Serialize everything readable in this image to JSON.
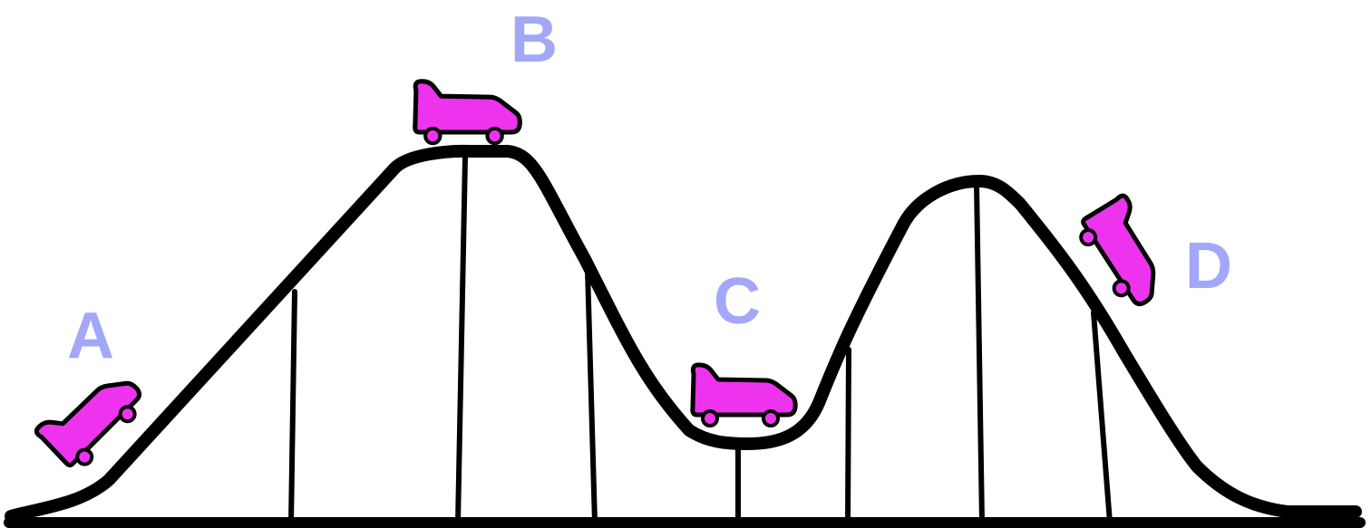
{
  "diagram": {
    "colors": {
      "track": "#000000",
      "car": "#ee33ee",
      "label": "#a3a7f7",
      "background": "#ffffff"
    },
    "positions": [
      {
        "id": "a",
        "label": "A"
      },
      {
        "id": "b",
        "label": "B"
      },
      {
        "id": "c",
        "label": "C"
      },
      {
        "id": "d",
        "label": "D"
      }
    ]
  }
}
